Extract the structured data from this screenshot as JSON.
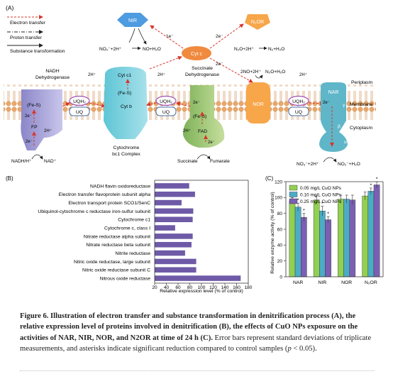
{
  "panelA": {
    "label": "(A)",
    "legend": [
      "Electron transfer",
      "Proton transfer",
      "Substance transformation"
    ],
    "layers": {
      "top": "Periplasm",
      "middle": "Membrane",
      "bottom": "Cytoplasm"
    },
    "complexes": {
      "nadh": "NADH\nDehydrogenase",
      "succ": "Succinate\nDehydrogenase",
      "cytbc1": "Cytochrome\nbc1 Complex"
    },
    "nodes": {
      "nir": "NIR",
      "n2or": "N₂OR",
      "cytc": "Cyt c",
      "cytc1": "Cyt c1",
      "fes": "(Fe-S)",
      "cytb": "Cyt b",
      "uqh2": "UQH₂",
      "uq": "UQ",
      "nor": "NOR",
      "nar": "NAR",
      "fp": "FP",
      "fad": "FAD",
      "gamma": "γ",
      "beta": "β",
      "alpha": "α"
    },
    "labels": {
      "no2_2h": "NO₂⁻+2H⁺",
      "no_h2o": "NO+H₂O",
      "n2o_2h": "N₂O+2H⁺",
      "n2_h2o": "N₂+H₂O",
      "twoNO": "2NO+2H⁺",
      "n2o_h2o": "N₂O+H₂O",
      "e1": "1e⁻",
      "e2": "2e⁻",
      "h2": "2H⁺",
      "nadh_h": "NADH/H⁺",
      "nad": "NAD⁺",
      "succinate": "Succinate",
      "fumarate": "Fumarate",
      "no3": "NO₃⁻+2H⁺",
      "no2h2o": "NO₂⁻+H₂O"
    }
  },
  "panelB": {
    "label": "(B)",
    "xlabel": "Relative expression level (% of control)",
    "xticks": [
      "20",
      "40",
      "60",
      "80",
      "100",
      "120",
      "140",
      "160",
      "180"
    ]
  },
  "panelC": {
    "label": "(C)",
    "ylabel": "Relative enzyme activity (% of control)",
    "yticks": [
      "0",
      "20",
      "40",
      "60",
      "80",
      "100",
      "120"
    ]
  },
  "chart_data": [
    {
      "type": "bar",
      "orientation": "horizontal",
      "categories": [
        "NADH flavin oxidoreductase",
        "Electron transfer flavoprotein subunit alpha",
        "Electron transport protein SCO1/SenC",
        "Ubiquinol-cytochrome c reductase iron-sulfur subunit",
        "Cytochrome c1",
        "Cytochrome c, class I",
        "Nitrate reductase alpha subunit",
        "Nitrate reductase beta subunit",
        "Nitrite reductase",
        "Nitric oxide reductase, large subunit",
        "Nitric oxide reductase subunit C",
        "Nitrous oxide reductase"
      ],
      "values": [
        79,
        89,
        66,
        86,
        85,
        55,
        85,
        83,
        72,
        91,
        91,
        167
      ],
      "xlim": [
        20,
        180
      ],
      "xlabel": "Relative expression level (% of control)",
      "grid": false
    },
    {
      "type": "bar",
      "categories": [
        "NAR",
        "NIR",
        "NOR",
        "N₂OR"
      ],
      "series": [
        {
          "name": "0.05 mg/L CuO NPs",
          "color": "#92d050",
          "values": [
            96,
            97,
            98,
            102
          ],
          "errors": [
            4,
            5,
            5,
            5
          ],
          "sig": [
            false,
            false,
            false,
            false
          ]
        },
        {
          "name": "0.10 mg/L CuO NPs",
          "color": "#4bacc6",
          "values": [
            88,
            83,
            98,
            108
          ],
          "errors": [
            5,
            6,
            5,
            4
          ],
          "sig": [
            true,
            true,
            false,
            true
          ]
        },
        {
          "name": "0.25 mg/L CuO NPs",
          "color": "#7b5fb3",
          "values": [
            75,
            72,
            97,
            116
          ],
          "errors": [
            5,
            4,
            6,
            4
          ],
          "sig": [
            true,
            true,
            false,
            true
          ]
        }
      ],
      "ylim": [
        0,
        120
      ],
      "ylabel": "Relative enzyme activity (% of control)",
      "legend": "top-left",
      "grid": false
    }
  ],
  "caption": {
    "bold": "Figure 6. Illustration of electron transfer and substance transformation in denitrification process (A), the relative expression level of proteins involved in denitrification (B), the effects of CuO NPs exposure on the activities of NAR, NIR, NOR, and N2OR at time of 24 h (C).",
    "normal": " Error bars represent standard deviations of triplicate measurements, and asterisks indicate significant reduction compared to control samples (",
    "pvalue": "p",
    "tail": " < 0.05)."
  }
}
